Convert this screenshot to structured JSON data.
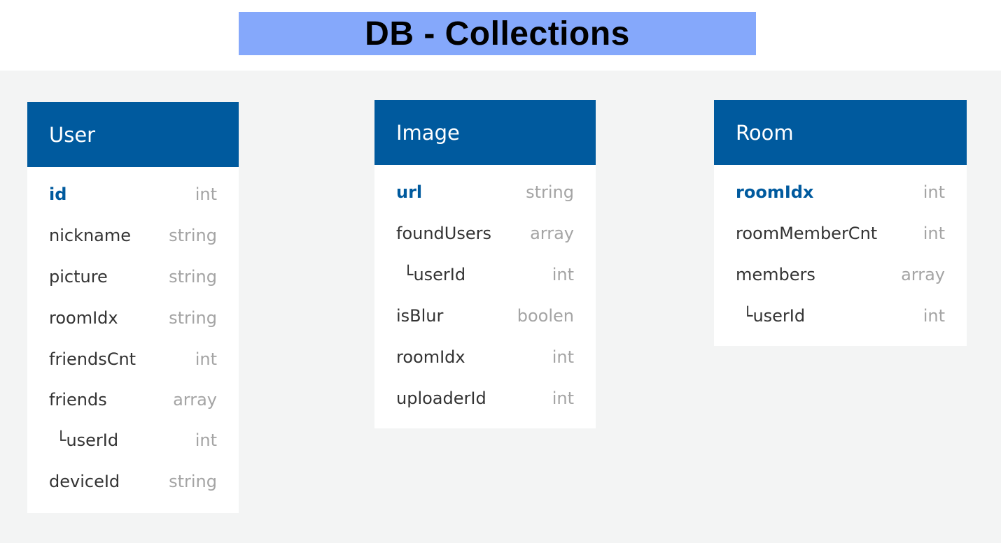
{
  "title": "DB - Collections",
  "colors": {
    "title_banner": "#85a8fb",
    "table_header": "#005a9e",
    "primary_key_text": "#005a9e",
    "field_text": "#333333",
    "type_text": "#a4a4a4",
    "canvas_background": "#f3f4f4"
  },
  "tables": [
    {
      "name": "User",
      "fields": [
        {
          "name": "id",
          "type": "int",
          "primary": true
        },
        {
          "name": "nickname",
          "type": "string"
        },
        {
          "name": "picture",
          "type": "string"
        },
        {
          "name": "roomIdx",
          "type": "string"
        },
        {
          "name": "friendsCnt",
          "type": "int"
        },
        {
          "name": "friends",
          "type": "array"
        },
        {
          "name": "└userId",
          "type": "int",
          "nested": true
        },
        {
          "name": "deviceId",
          "type": "string"
        }
      ]
    },
    {
      "name": "Image",
      "fields": [
        {
          "name": "url",
          "type": "string",
          "primary": true
        },
        {
          "name": "foundUsers",
          "type": "array"
        },
        {
          "name": "└userId",
          "type": "int",
          "nested": true
        },
        {
          "name": "isBlur",
          "type": "boolen"
        },
        {
          "name": "roomIdx",
          "type": "int"
        },
        {
          "name": "uploaderId",
          "type": "int"
        }
      ]
    },
    {
      "name": "Room",
      "fields": [
        {
          "name": "roomIdx",
          "type": "int",
          "primary": true
        },
        {
          "name": "roomMemberCnt",
          "type": "int"
        },
        {
          "name": "members",
          "type": "array"
        },
        {
          "name": "└userId",
          "type": "int",
          "nested": true
        }
      ]
    }
  ]
}
